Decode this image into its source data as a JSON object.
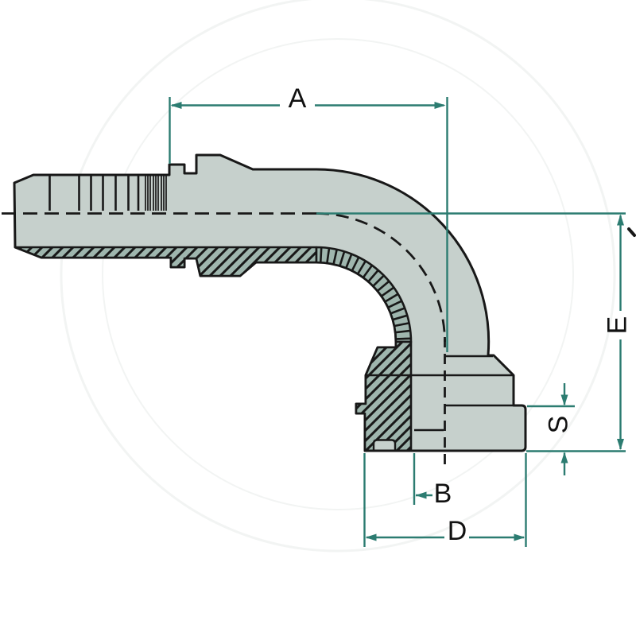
{
  "drawing": {
    "type": "technical-drawing",
    "subject": "90 degree elbow hose fitting with flange, half-section view",
    "dimension_labels": {
      "a": "A",
      "b": "B",
      "d": "D",
      "e": "E",
      "s": "S"
    },
    "colors": {
      "dimension": "#2c7c71",
      "body_fill": "#c6d0cc",
      "section_fill": "#9fb6ae",
      "outline": "#181818",
      "label": "#111111",
      "background": "#ffffff",
      "watermark": "#f2f4f3"
    }
  }
}
